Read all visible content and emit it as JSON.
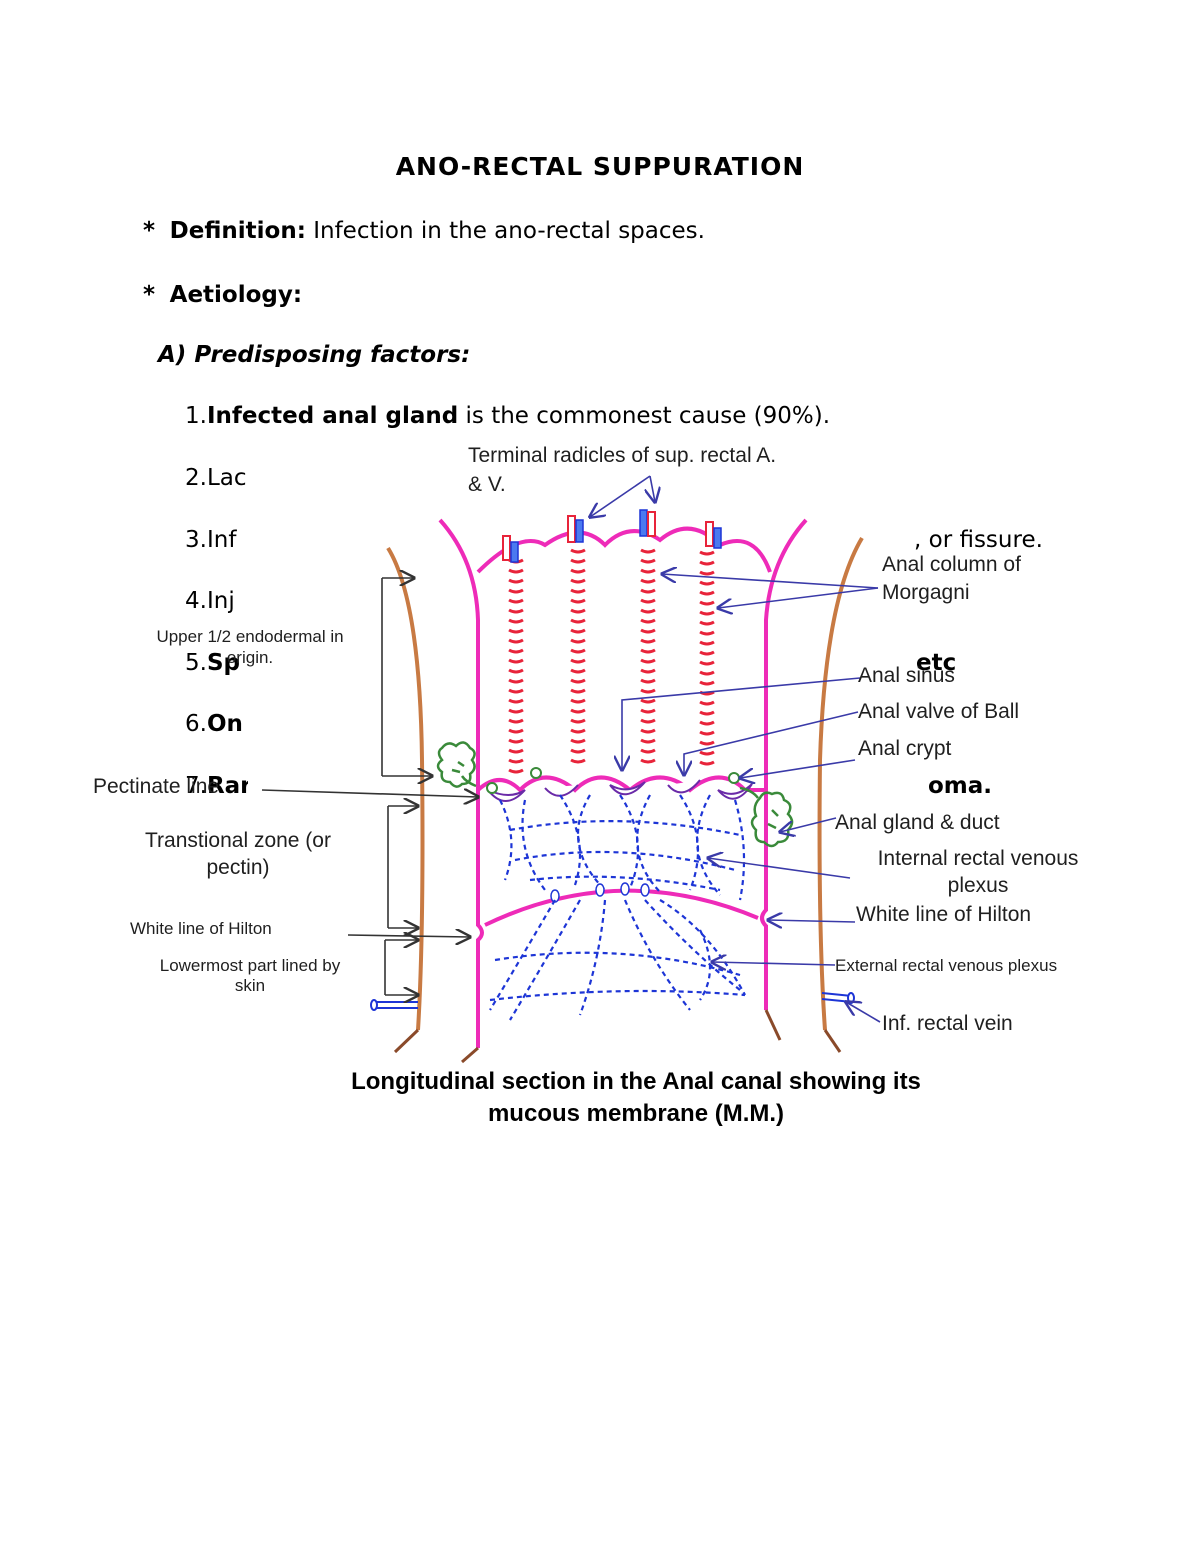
{
  "document": {
    "title": "ANO-RECTAL SUPPURATION",
    "definition": {
      "bullet": "*",
      "label": "Definition:",
      "text": " Infection in the ano-rectal spaces."
    },
    "aetiology": {
      "bullet": "*",
      "label": "Aetiology:"
    },
    "predisposing_heading": "A) Predisposing factors:",
    "items": [
      {
        "num": "1.",
        "bold": "Infected anal gland",
        "text": " is the commonest cause (90%)."
      },
      {
        "num": "2.",
        "text": "Lac"
      },
      {
        "num": "3.",
        "text": "Inf",
        "tail": ", or fissure."
      },
      {
        "num": "4.",
        "text": "Inj"
      },
      {
        "num": "5.",
        "text": "Sp",
        "tail": "etc"
      },
      {
        "num": "6.",
        "text": "On"
      },
      {
        "num": "7.",
        "text": "Rar",
        "tail": "oma."
      }
    ]
  },
  "diagram": {
    "labels": {
      "terminal_radicles": [
        "Terminal radicles of sup. rectal A.",
        "& V."
      ],
      "anal_column": [
        "Anal column of",
        "Morgagni"
      ],
      "anal_sinus": "Anal sinus",
      "anal_valve": "Anal valve of Ball",
      "anal_crypt": "Anal crypt",
      "anal_gland": "Anal gland & duct",
      "internal_plexus": [
        "Internal rectal venous",
        "plexus"
      ],
      "white_line_right": "White line of Hilton",
      "external_plexus": "External rectal venous plexus",
      "inf_rectal_vein": "Inf. rectal vein",
      "upper_half": [
        "Upper 1/2 endodermal in",
        "origin."
      ],
      "pectinate_line": "Pectinate line",
      "transitional_zone": [
        "Transtional zone (or",
        "pectin)"
      ],
      "white_line_left": "White line of Hilton",
      "lowermost_part": [
        "Lowermost part lined by",
        "skin"
      ]
    },
    "colors": {
      "mucosa": "#ee2bb8",
      "columns": "#e8243a",
      "veins": "#1d35d6",
      "muscle": "#c87a43",
      "gland": "#3a8a3a",
      "arrows": "#3a3aa8",
      "left_arrows": "#333333"
    },
    "caption": [
      "Longitudinal section in the Anal canal showing its",
      "mucous membrane (M.M.)"
    ]
  }
}
